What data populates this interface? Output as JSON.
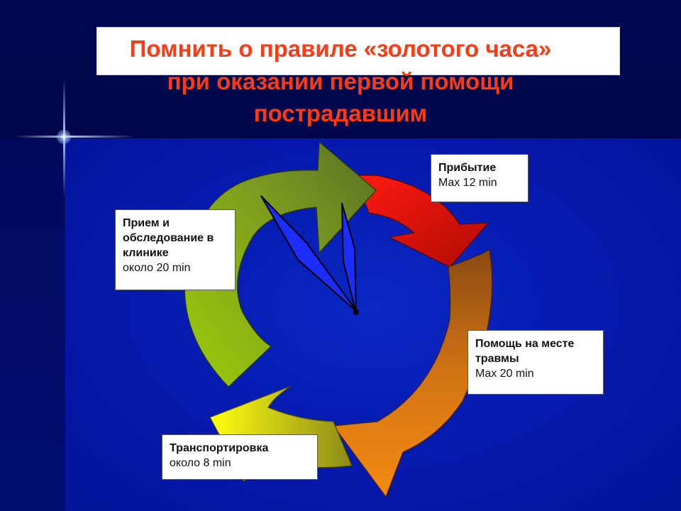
{
  "slide": {
    "title_line1": "Помнить о правиле «золотого часа»",
    "title_line2": "при оказании первой помощи",
    "title_line3": "пострадавшим",
    "title_color": "#ff3a12"
  },
  "cycle": {
    "stages": [
      {
        "heading": "Прибытие",
        "time": "Max 12 min",
        "color": "#ee1a0a"
      },
      {
        "heading": "Помощь на месте травмы",
        "time": "Max 20 min",
        "color": "#d06a10"
      },
      {
        "heading": "Транспортировка",
        "time": "около 8 min",
        "color": "#e8e010"
      },
      {
        "heading": "Прием и обследование в клинике",
        "time": "около 20 min",
        "color": "#8aa820"
      }
    ],
    "clock_hands_color": "#1a2cff"
  }
}
